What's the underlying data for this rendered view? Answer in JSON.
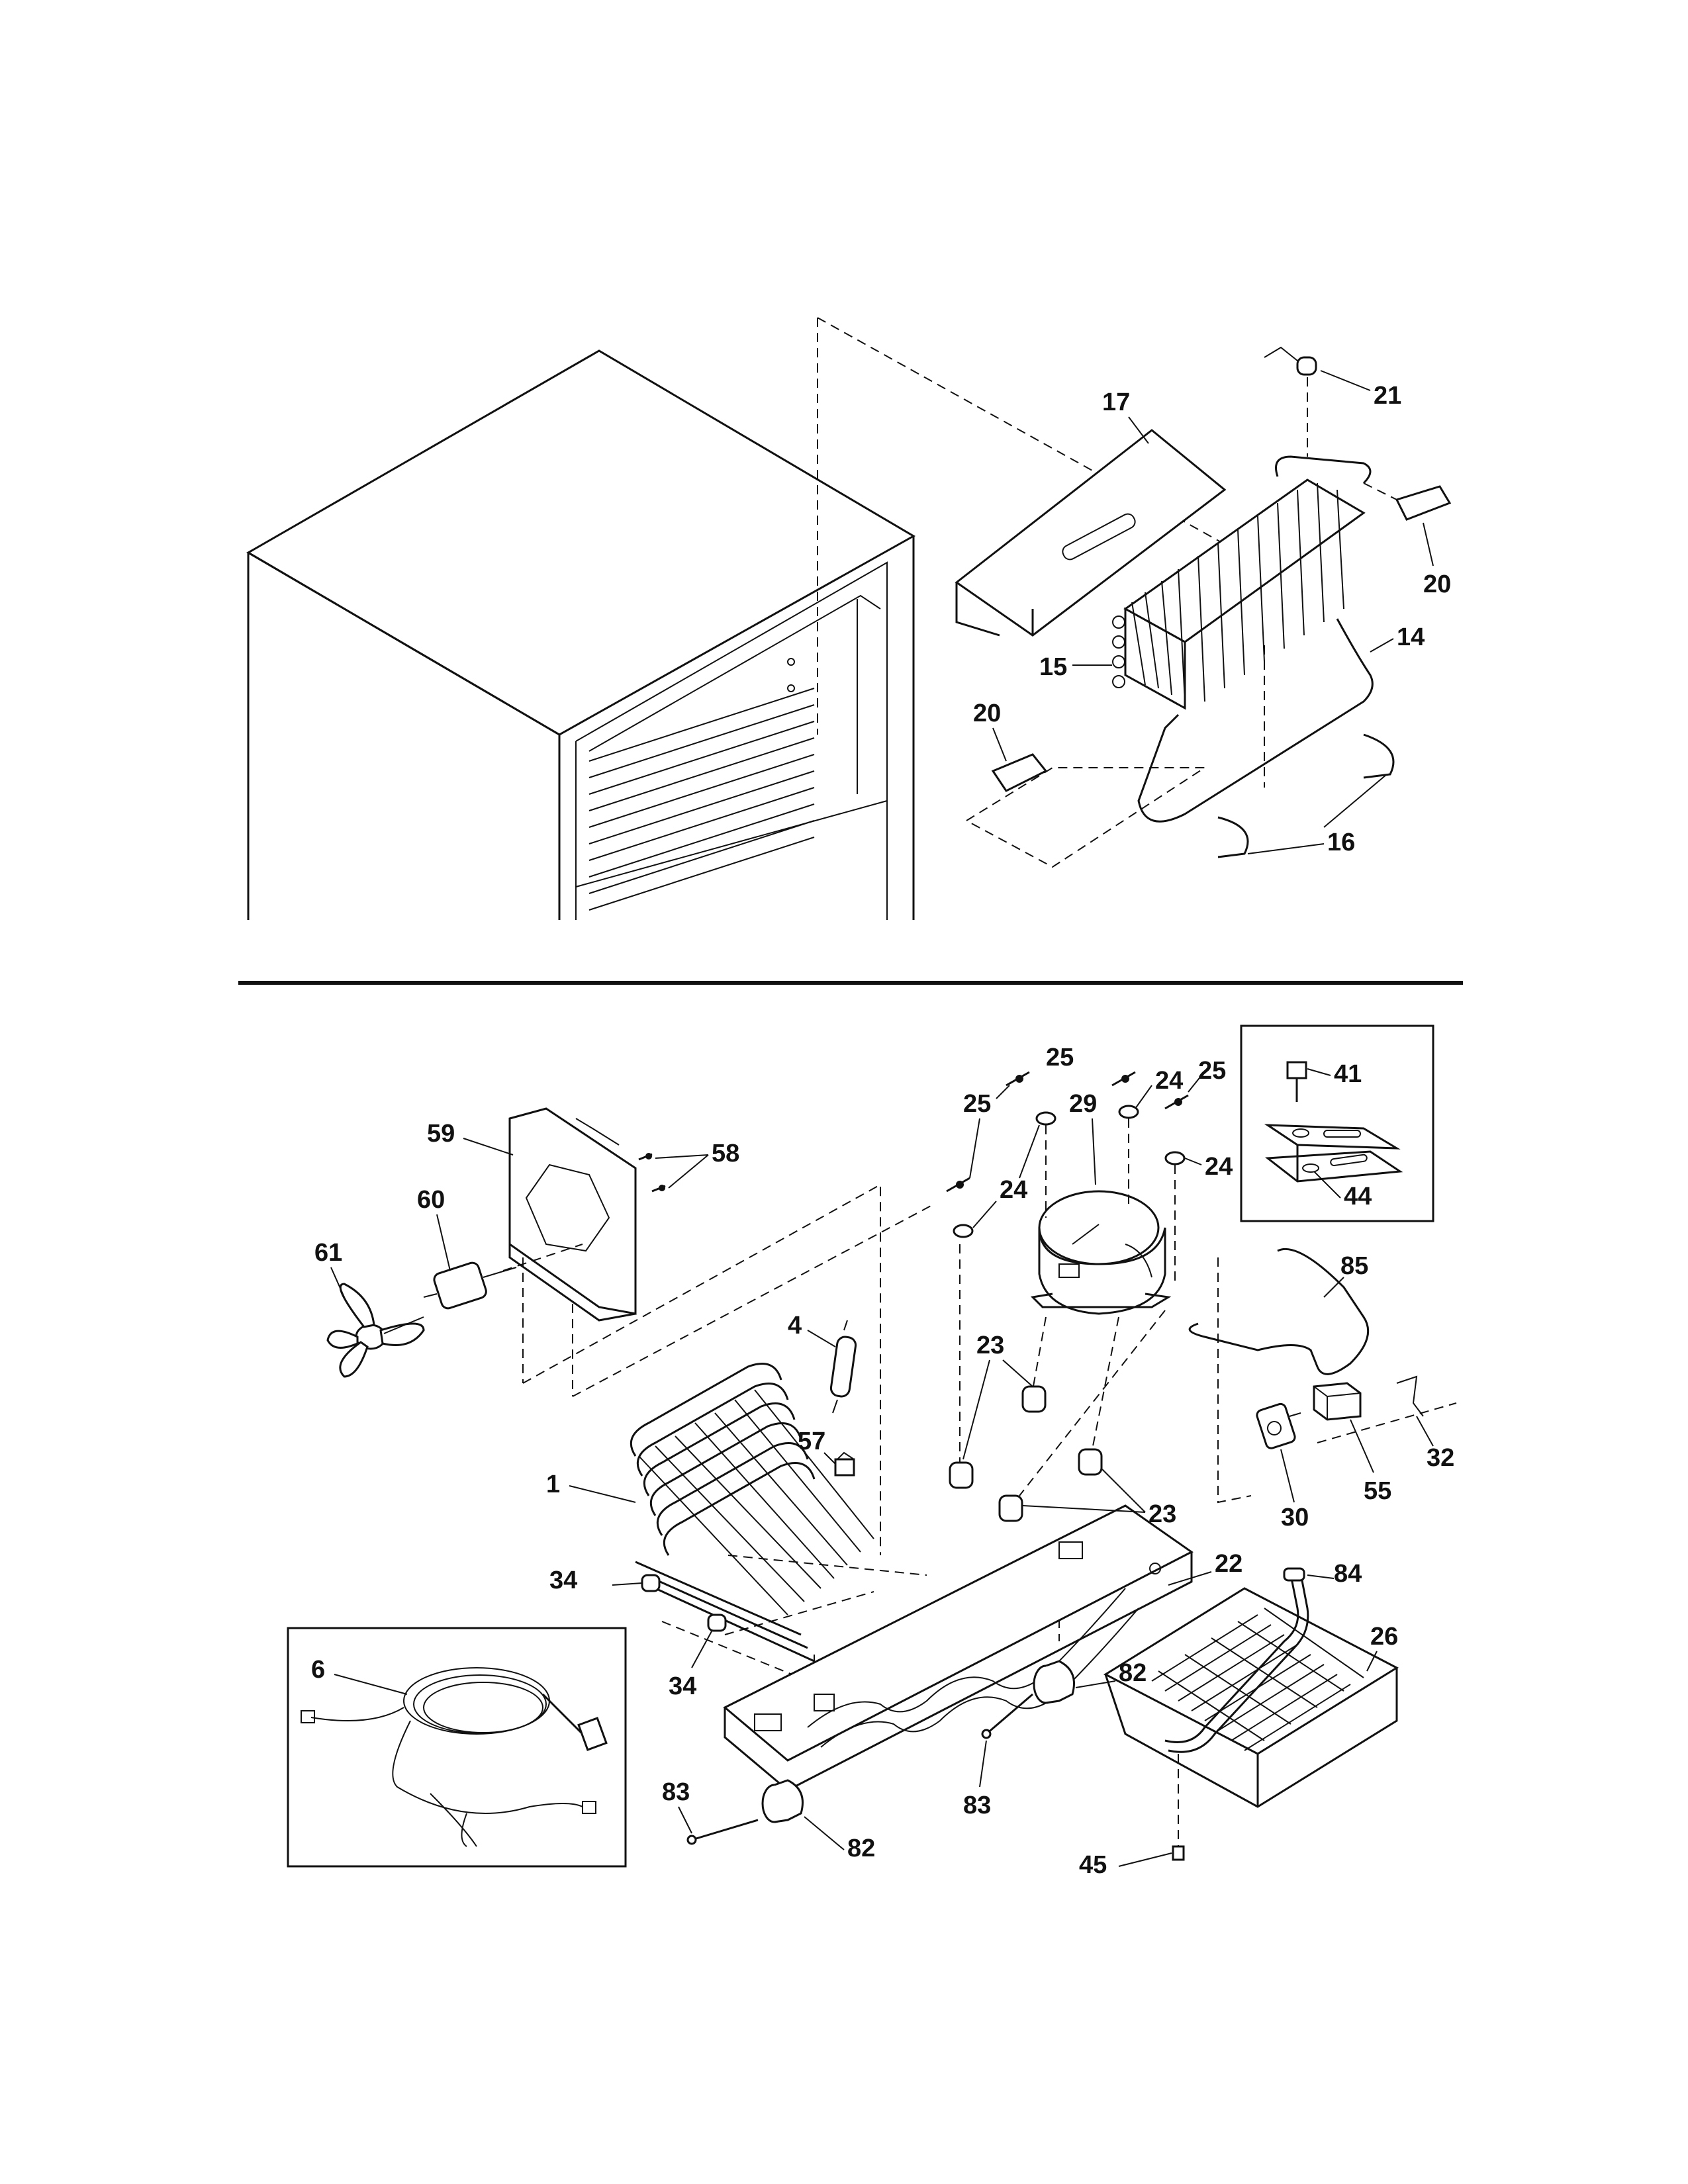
{
  "diagram": {
    "callouts": {
      "p1": "1",
      "p4": "4",
      "p6": "6",
      "p14": "14",
      "p15": "15",
      "p16": "16",
      "p17": "17",
      "p20a": "20",
      "p20b": "20",
      "p21": "21",
      "p22": "22",
      "p23a": "23",
      "p23b": "23",
      "p24a": "24",
      "p24b": "24",
      "p24c": "24",
      "p25a": "25",
      "p25b": "25",
      "p25c": "25",
      "p26": "26",
      "p29": "29",
      "p30": "30",
      "p32": "32",
      "p34a": "34",
      "p34b": "34",
      "p41": "41",
      "p44": "44",
      "p45": "45",
      "p55": "55",
      "p57": "57",
      "p58": "58",
      "p59": "59",
      "p60": "60",
      "p61": "61",
      "p82a": "82",
      "p82b": "82",
      "p83a": "83",
      "p83b": "83",
      "p84": "84",
      "p85": "85"
    }
  }
}
